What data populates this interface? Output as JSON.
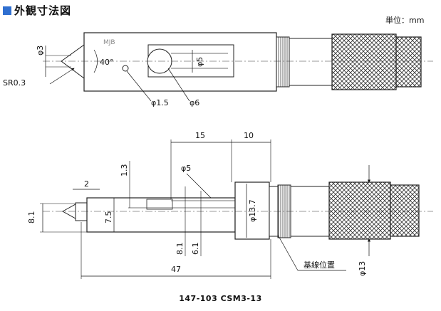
{
  "title": "外観寸法図",
  "unit": "単位：mm",
  "caption": "147-103  CSM3-13",
  "top_view": {
    "dims": {
      "tip_dia": "φ3",
      "angle": "40°",
      "tip_radius": "SR0.3",
      "slot_dia": "φ5",
      "hole_dia": "φ1.5",
      "window_dia": "φ6"
    }
  },
  "side_view": {
    "dims": {
      "len_15": "15",
      "len_10": "10",
      "dia_5": "φ5",
      "tip_2": "2",
      "off_1_3": "1.3",
      "height_8_1": "8.1",
      "height_7_5": "7.5",
      "dia_13_7": "φ13.7",
      "h_8_1": "8.1",
      "h_6_1": "6.1",
      "len_47": "47",
      "ref_pos": "基線位置",
      "dia_13": "φ13"
    }
  }
}
